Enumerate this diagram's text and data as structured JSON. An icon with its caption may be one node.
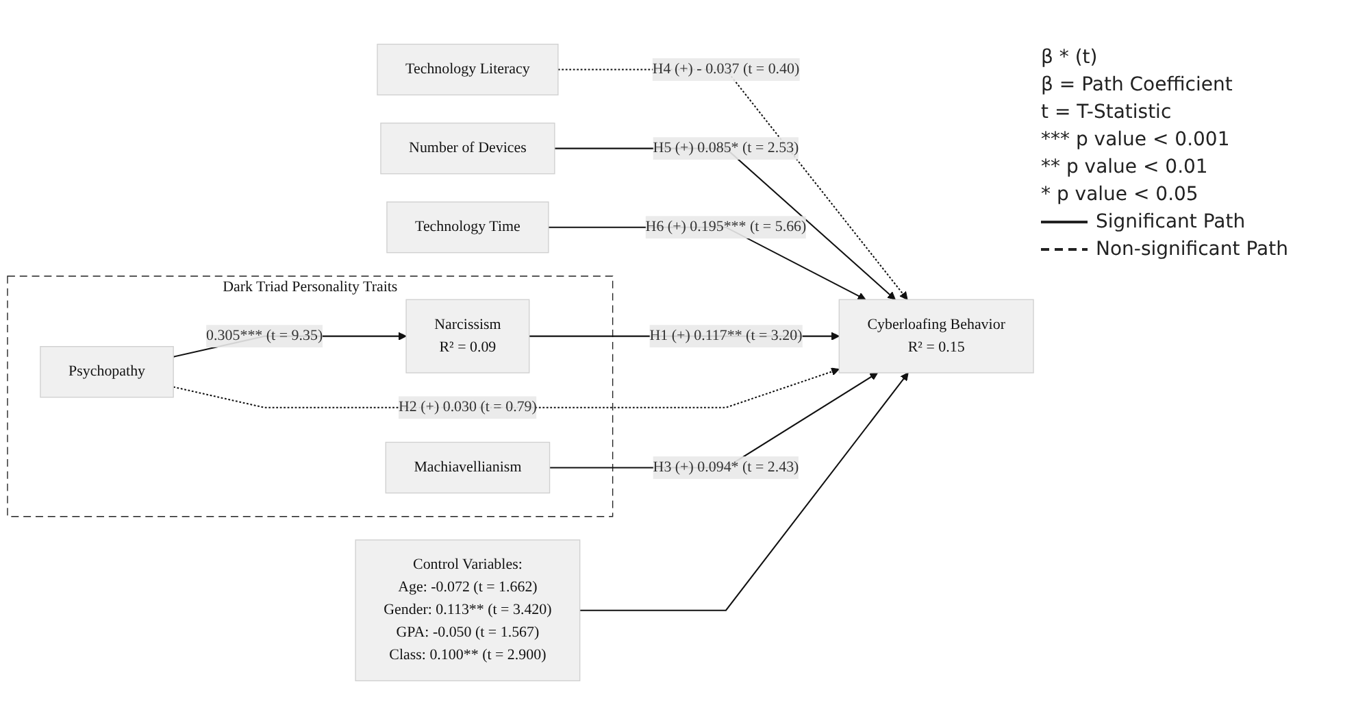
{
  "diagram": {
    "nodes": [
      {
        "text": [
          "Technology Literacy"
        ]
      },
      {
        "text": [
          "Number of Devices"
        ]
      },
      {
        "text": [
          "Technology Time"
        ]
      },
      {
        "text": [
          "Dark Triad Personality Traits"
        ]
      },
      {
        "text": [
          "Narcissism",
          "R² = 0.09"
        ],
        "in": 3
      },
      {
        "text": [
          "Psychopathy"
        ],
        "in": 3
      },
      {
        "text": [
          "Machiavellianism"
        ],
        "in": 3
      },
      {
        "text": [
          "Cyberloafing Behavior",
          "R² = 0.15"
        ]
      },
      {
        "text": [
          "Control Variables:",
          "Age: -0.072 (t = 1.662)",
          "Gender: 0.113** (t = 3.420)",
          "GPA: -0.050 (t = 1.567)",
          "Class: 0.100** (t = 2.900)"
        ]
      }
    ],
    "edges": [
      {
        "from": 0,
        "to": 7,
        "arrow": "to",
        "style": "dashed",
        "label": "H4 (+) - 0.037 (t = 0.40)"
      },
      {
        "from": 1,
        "to": 7,
        "arrow": "to",
        "label": "H5 (+) 0.085* (t = 2.53)"
      },
      {
        "from": 2,
        "to": 7,
        "arrow": "to",
        "label": "H6 (+) 0.195*** (t = 5.66)"
      },
      {
        "from": 4,
        "to": 7,
        "arrow": "to",
        "label": "H1 (+) 0.117** (t = 3.20)"
      },
      {
        "from": 5,
        "to": 4,
        "arrow": "to",
        "label": "0.305*** (t = 9.35)"
      },
      {
        "from": 5,
        "to": 7,
        "arrow": "to",
        "style": "dashed",
        "label": "H2 (+) 0.030 (t = 0.79)"
      },
      {
        "from": 6,
        "to": 7,
        "arrow": "to",
        "label": "H3 (+) 0.094* (t = 2.43)"
      },
      {
        "from": 8,
        "to": 7,
        "arrow": "to"
      }
    ],
    "labels": [
      "β * (t)",
      "β = Path Coefficient",
      "t = T-Statistic",
      "*** p value < 0.001",
      "** p value < 0.01",
      "* p value < 0.05"
    ],
    "legend": [
      {
        "text": "Significant Path"
      },
      {
        "text": "Non-significant Path"
      }
    ]
  }
}
